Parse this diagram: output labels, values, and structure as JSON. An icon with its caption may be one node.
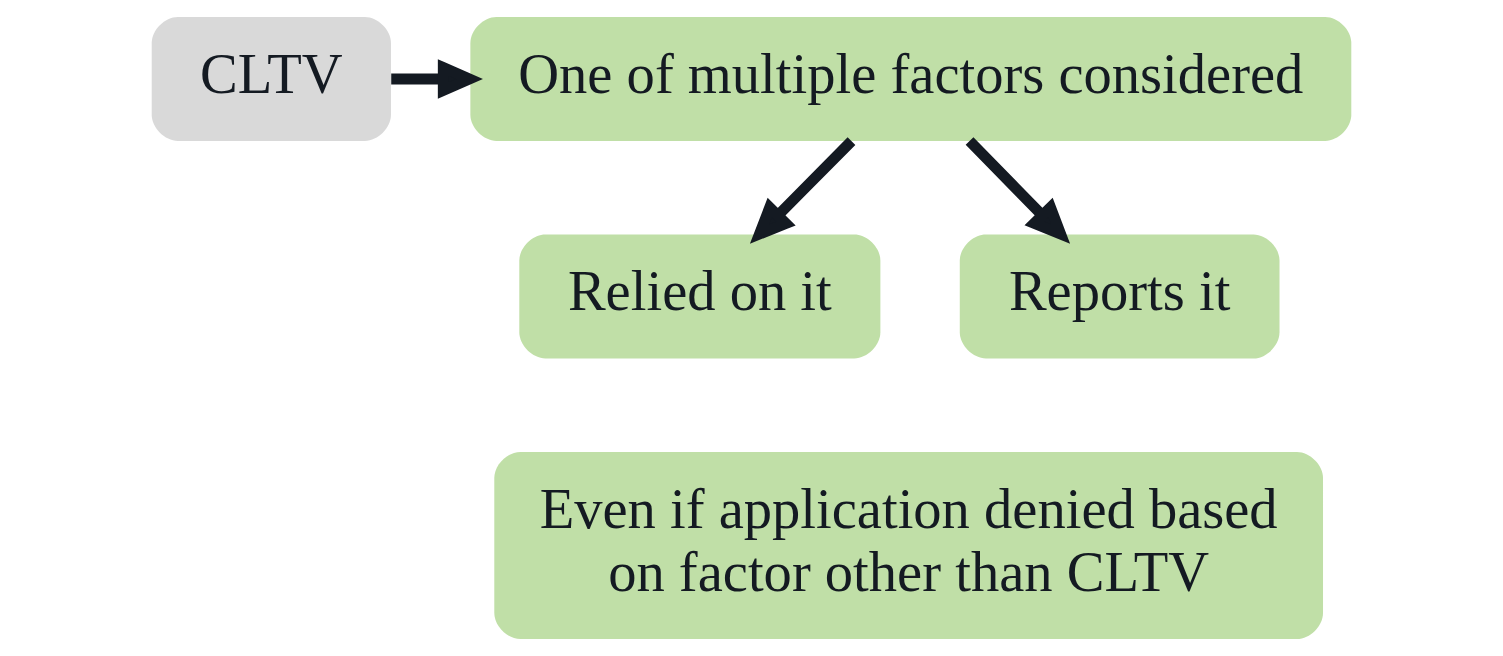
{
  "diagram": {
    "nodes": [
      {
        "text": [
          "CLTV"
        ]
      },
      {
        "text": [
          "One of multiple factors considered"
        ]
      },
      {
        "text": [
          "Relied on it"
        ]
      },
      {
        "text": [
          "Reports it"
        ]
      },
      {
        "text": [
          "Even if application denied based on factor other than CLTV"
        ]
      }
    ],
    "edges": [
      {
        "from": 0,
        "to": 1,
        "arrow": "to"
      },
      {
        "from": 1,
        "to": 2,
        "arrow": "to"
      },
      {
        "from": 1,
        "to": 3,
        "arrow": "to"
      }
    ]
  }
}
